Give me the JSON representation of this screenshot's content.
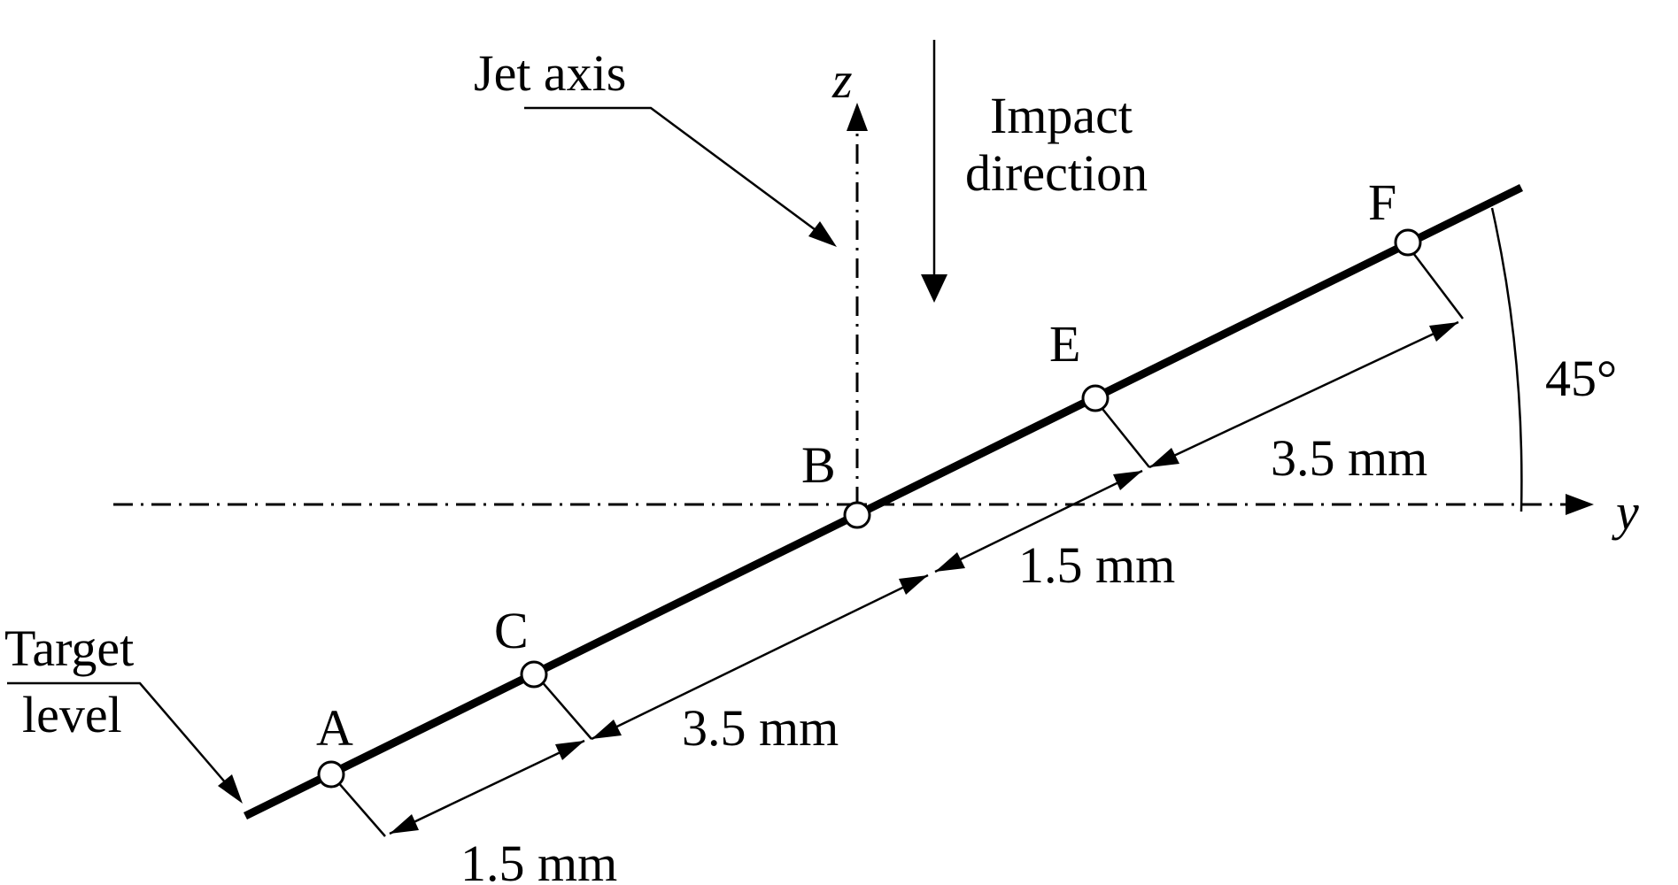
{
  "labels": {
    "jet_axis": "Jet axis",
    "z_axis": "z",
    "y_axis": "y",
    "impact_line1": "Impact",
    "impact_line2": "direction",
    "target_line1": "Target",
    "target_line2": "level",
    "angle": "45°"
  },
  "points": [
    "A",
    "C",
    "B",
    "E",
    "F"
  ],
  "dimensions": {
    "a_to_c": "1.5 mm",
    "c_to_b": "3.5 mm",
    "b_to_e": "1.5 mm",
    "e_to_f": "3.5 mm"
  },
  "colors": {
    "ink": "#000000",
    "background": "#ffffff"
  }
}
